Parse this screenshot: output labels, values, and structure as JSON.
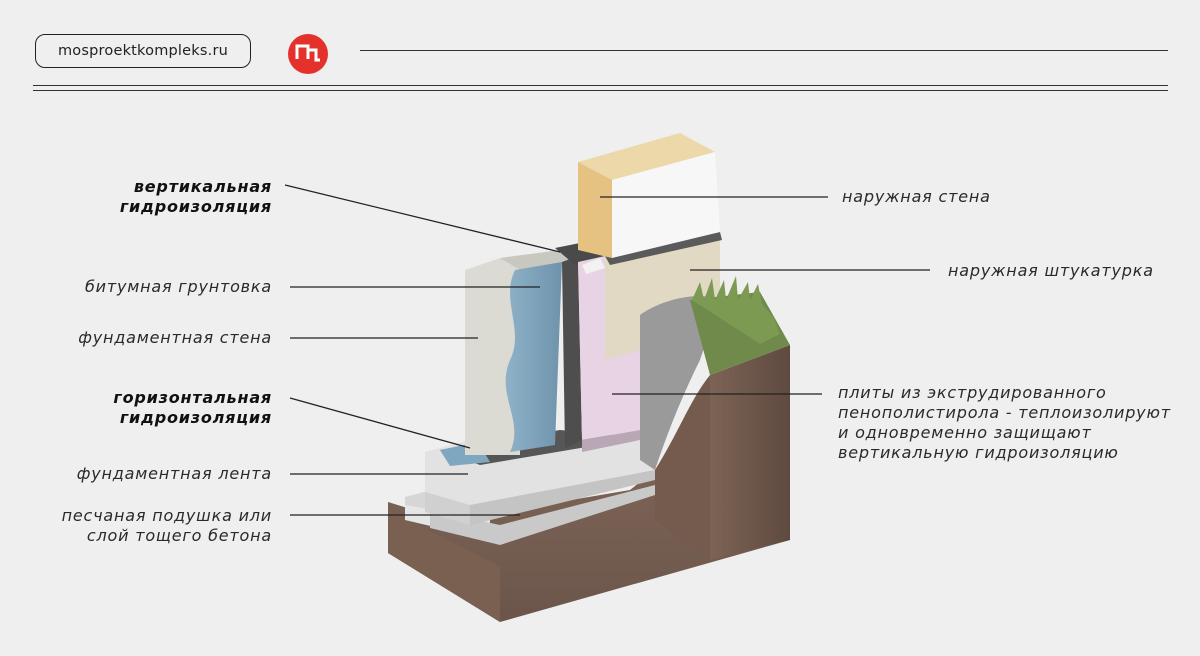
{
  "header": {
    "site": "mosproektkompleks.ru",
    "logo_icon": "mp-logo-icon",
    "brand_color": "#e4312b"
  },
  "labels": {
    "vertical_waterproofing": "вертикальная гидроизоляция",
    "bitumen_primer": "битумная грунтовка",
    "foundation_wall": "фундаментная стена",
    "horizontal_waterproofing": "горизонтальная гидроизоляция",
    "foundation_strip": "фундаментная лента",
    "sand_cushion": "песчаная подушка или слой тощего бетона",
    "outer_wall": "наружная стена",
    "outer_plaster": "наружная штукатурка",
    "xps_boards": "плиты из экструдированного пенополистирола - теплоизолируют и одновременно защищают вертикальную гидроизоляцию"
  }
}
